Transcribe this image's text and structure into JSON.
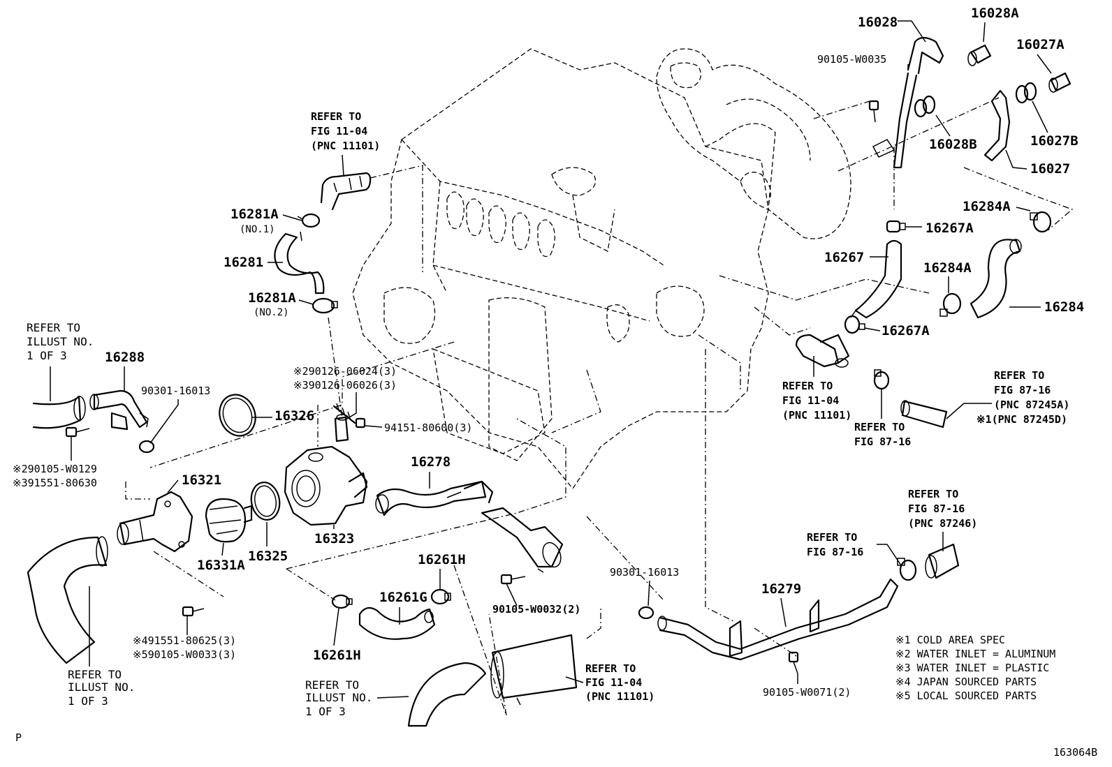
{
  "diagram": {
    "figure_id": "163064B",
    "corner_mark": "P",
    "parts": {
      "p16028": "16028",
      "p16028A": "16028A",
      "p16027A": "16027A",
      "p90105_W0035": "90105-W0035",
      "p16028B": "16028B",
      "p16027B": "16027B",
      "p16027": "16027",
      "p16284A_top": "16284A",
      "p16267A_top": "16267A",
      "p16267": "16267",
      "p16284A_mid": "16284A",
      "p16284": "16284",
      "p16267A_bot": "16267A",
      "p16281A_1": "16281A",
      "p16281A_1_sub": "(NO.1)",
      "p16281": "16281",
      "p16281A_2": "16281A",
      "p16281A_2_sub": "(NO.2)",
      "p16288": "16288",
      "p90301_16013_a": "90301-16013",
      "p90126_06024": "※290126-06024(3)",
      "p90126_06026": "※390126-06026(3)",
      "p16326": "16326",
      "p94151_80600": "94151-80600(3)",
      "p90105_W0129": "※290105-W0129",
      "p91551_80630": "※391551-80630",
      "p16321": "16321",
      "p16331A": "16331A",
      "p16325": "16325",
      "p16323": "16323",
      "p16278": "16278",
      "p16261H_top": "16261H",
      "p16261G": "16261G",
      "p16261H_bot": "16261H",
      "p90105_W0032": "90105-W0032(2)",
      "p90301_16013_b": "90301-16013",
      "p16279": "16279",
      "p90105_W0071": "90105-W0071(2)",
      "p91551_80625": "※491551-80625(3)",
      "p90105_W0033": "※590105-W0033(3)"
    },
    "refers": {
      "r1": [
        "REFER TO",
        "FIG 11-04",
        "(PNC 11101)"
      ],
      "r2": [
        "REFER TO",
        "ILLUST NO.",
        "1 OF 3"
      ],
      "r3": [
        "REFER TO",
        "FIG 11-04",
        "(PNC 11101)"
      ],
      "r4": [
        "REFER TO",
        "FIG 87-16"
      ],
      "r5": [
        "REFER TO",
        "FIG 87-16",
        "(PNC 87245A)",
        "※1(PNC 87245D)"
      ],
      "r6": [
        "REFER TO",
        "FIG 87-16",
        "(PNC 87246)"
      ],
      "r7": [
        "REFER TO",
        "FIG 87-16"
      ],
      "r8": [
        "REFER TO",
        "ILLUST NO.",
        "1 OF 3"
      ],
      "r9": [
        "REFER TO",
        "ILLUST NO.",
        "1 OF 3"
      ],
      "r10": [
        "REFER TO",
        "FIG 11-04",
        "(PNC 11101)"
      ]
    },
    "legend": [
      "※1 COLD AREA SPEC",
      "※2 WATER INLET = ALUMINUM",
      "※3 WATER INLET = PLASTIC",
      "※4 JAPAN SOURCED PARTS",
      "※5 LOCAL SOURCED PARTS"
    ]
  }
}
